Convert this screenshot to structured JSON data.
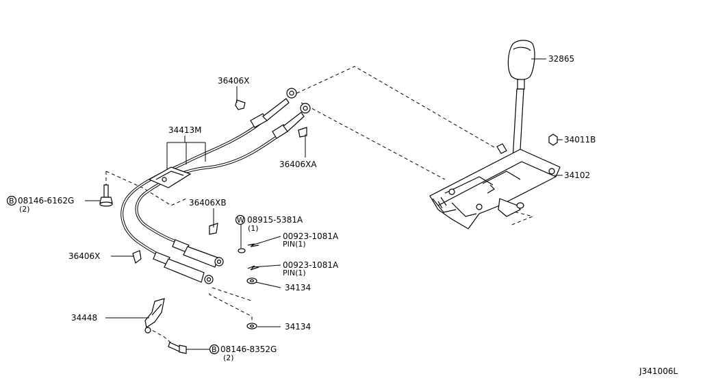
{
  "labels": {
    "knob": "32865",
    "nut": "34011B",
    "lever_base": "34102",
    "clip_top": "36406X",
    "clip_xa": "36406XA",
    "cable_assy": "34413M",
    "clip_xb": "36406XB",
    "clip_left": "36406X",
    "bracket": "34448",
    "washer_upper": "34134",
    "washer_lower": "34134",
    "bolt_upper": "08146-6162G",
    "bolt_upper_qty": "(2)",
    "bolt_upper_prefix": "B",
    "bolt_lower": "08146-8352G",
    "bolt_lower_qty": "(2)",
    "bolt_lower_prefix": "B",
    "washer_w": "08915-5381A",
    "washer_w_qty": "(1)",
    "washer_w_prefix": "W",
    "pin_upper": "00923-1081A",
    "pin_upper_sub": "PIN(1)",
    "pin_lower": "00923-1081A",
    "pin_lower_sub": "PIN(1)",
    "diagram_code": "J341006L"
  }
}
